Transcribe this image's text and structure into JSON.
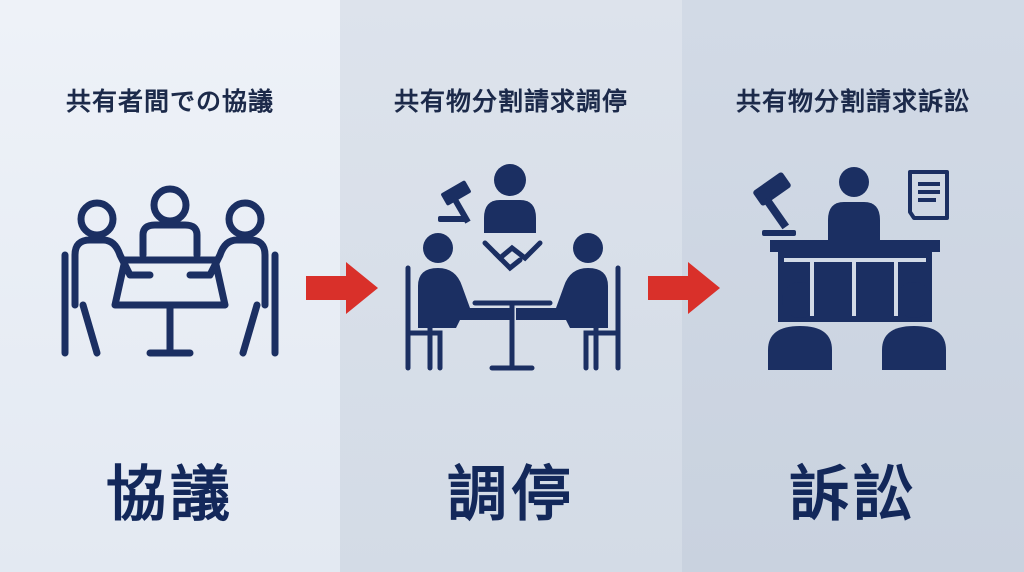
{
  "steps": [
    {
      "title": "共有者間での協議",
      "label": "協議",
      "icon": "meeting-table-icon"
    },
    {
      "title": "共有物分割請求調停",
      "label": "調停",
      "icon": "mediation-handshake-icon"
    },
    {
      "title": "共有物分割請求訴訟",
      "label": "訴訟",
      "icon": "courtroom-gavel-icon"
    }
  ],
  "colors": {
    "navy": "#1b2f62",
    "arrow": "#d9302a"
  }
}
